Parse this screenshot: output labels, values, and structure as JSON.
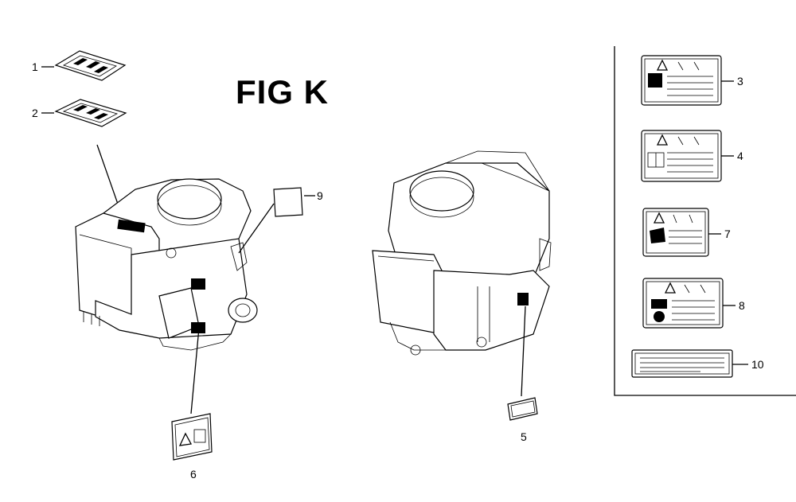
{
  "figure": {
    "title": "FIG K"
  },
  "callouts": [
    "1",
    "2",
    "3",
    "4",
    "5",
    "6",
    "7",
    "8",
    "9",
    "10"
  ],
  "icons": {
    "label_plate": "nameplate-icon",
    "warning": "warning-triangle-icon",
    "manual": "manual-book-icon",
    "engine": "engine-icon"
  },
  "colors": {
    "ink": "#000000",
    "paper": "#ffffff"
  }
}
